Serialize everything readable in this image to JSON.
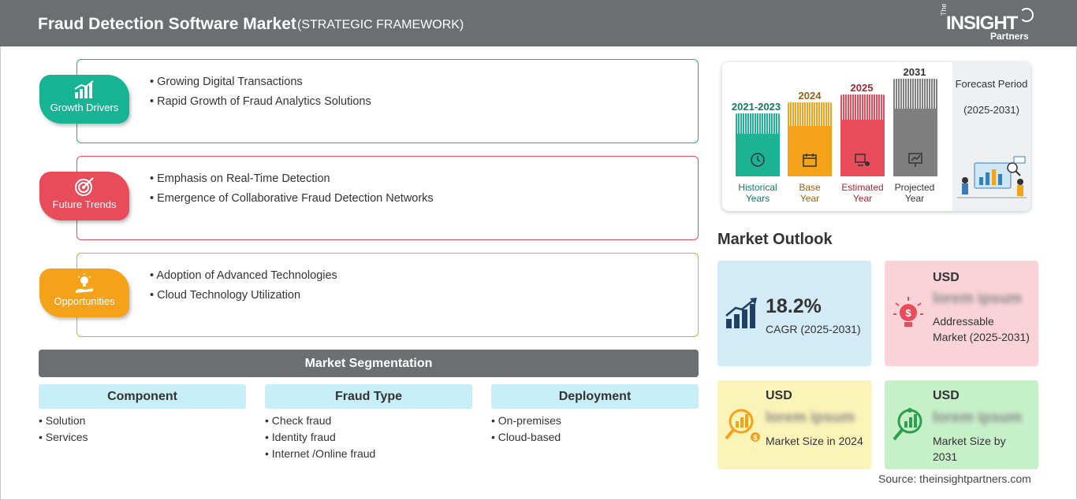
{
  "header": {
    "title": "Fraud Detection Software Market",
    "subtitle": "(STRATEGIC FRAMEWORK)",
    "logo": {
      "the": "The",
      "insight": "INSIGHT",
      "partners": "Partners"
    }
  },
  "drivers": [
    {
      "label": "Growth Drivers",
      "color": "#16b394",
      "icon": "growth-chart-icon",
      "items": [
        "Growing Digital Transactions",
        "Rapid Growth of Fraud Analytics Solutions"
      ]
    },
    {
      "label": "Future Trends",
      "color": "#e84c5b",
      "icon": "target-icon",
      "items": [
        "Emphasis on Real-Time Detection",
        "Emergence of Collaborative Fraud Detection Networks"
      ]
    },
    {
      "label": "Opportunities",
      "color": "#f5a21b",
      "icon": "idea-hand-icon",
      "items": [
        "Adoption of Advanced Technologies",
        "Cloud Technology Utilization"
      ]
    }
  ],
  "segmentation": {
    "title": "Market Segmentation",
    "columns": [
      {
        "title": "Component",
        "items": [
          "Solution",
          "Services"
        ]
      },
      {
        "title": "Fraud Type",
        "items": [
          "Check fraud",
          "Identity fraud",
          "Internet /Online fraud"
        ]
      },
      {
        "title": "Deployment",
        "items": [
          "On-premises",
          "Cloud-based"
        ]
      }
    ]
  },
  "timeline": {
    "bars": [
      {
        "year": "2021-2023",
        "label": [
          "Historical",
          "Years"
        ],
        "color": "#1bb394",
        "text_color": "#137a66",
        "icon": "history-icon"
      },
      {
        "year": "2024",
        "label": [
          "Base",
          "Year"
        ],
        "color": "#f5a21b",
        "text_color": "#9a6110",
        "icon": "calendar-icon"
      },
      {
        "year": "2025",
        "label": [
          "Estimated",
          "Year"
        ],
        "color": "#e84c5b",
        "text_color": "#a82835",
        "icon": "estimate-icon"
      },
      {
        "year": "2031",
        "label": [
          "Projected",
          "Year"
        ],
        "color": "#7f7f7f",
        "text_color": "#333333",
        "icon": "projection-icon"
      }
    ],
    "forecast": {
      "title": "Forecast Period",
      "range": "(2025-2031)"
    }
  },
  "outlook": {
    "title": "Market Outlook",
    "cagr": {
      "value": "18.2%",
      "label": "CAGR (2025-2031)",
      "bg": "#d3ebf7",
      "icon": "growth-bars-icon"
    },
    "addressable": {
      "currency": "USD",
      "value": "lorem ipsum",
      "label": "Addressable Market (2025-2031)",
      "bg": "#f9d3d8",
      "icon": "dollar-bulb-icon"
    },
    "size2024": {
      "currency": "USD",
      "value": "lorem ipsum",
      "label": "Market Size in 2024",
      "bg": "#fbf4b9",
      "icon": "magnifier-chart-icon"
    },
    "size2031": {
      "currency": "USD",
      "value": "lorem ipsum",
      "label": "Market Size by 2031",
      "bg": "#c6f0c8",
      "icon": "magnifier-growth-icon"
    }
  },
  "source": "Source: theinsightpartners.com"
}
